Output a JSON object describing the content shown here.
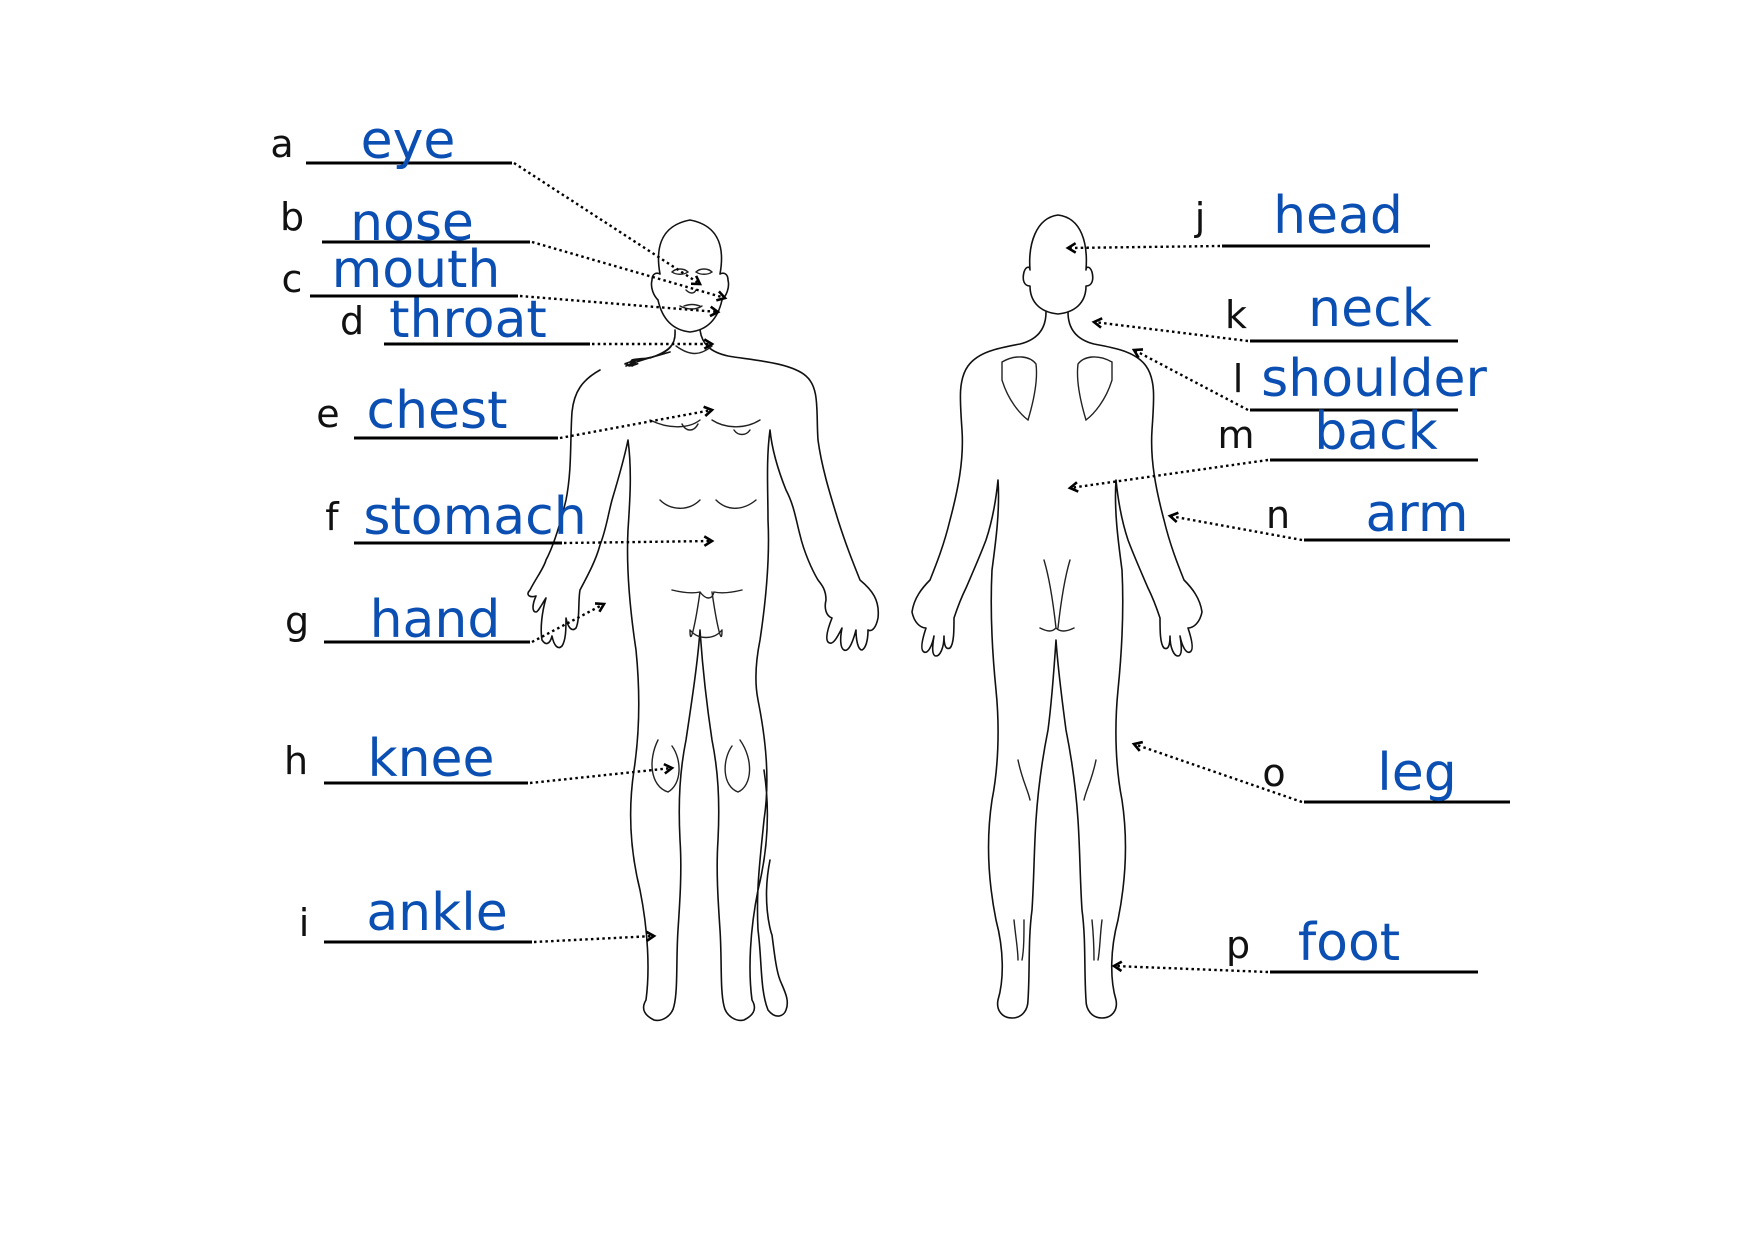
{
  "worksheet": {
    "answer_color": "#0b4fb3",
    "front_figure_icon": "human-body-front-outline",
    "back_figure_icon": "human-body-back-outline",
    "labels": [
      {
        "letter": "a",
        "answer": "eye"
      },
      {
        "letter": "b",
        "answer": "nose"
      },
      {
        "letter": "c",
        "answer": "mouth"
      },
      {
        "letter": "d",
        "answer": "throat"
      },
      {
        "letter": "e",
        "answer": "chest"
      },
      {
        "letter": "f",
        "answer": "stomach"
      },
      {
        "letter": "g",
        "answer": "hand"
      },
      {
        "letter": "h",
        "answer": "knee"
      },
      {
        "letter": "i",
        "answer": "ankle"
      },
      {
        "letter": "j",
        "answer": "head"
      },
      {
        "letter": "k",
        "answer": "neck"
      },
      {
        "letter": "l",
        "answer": "shoulder"
      },
      {
        "letter": "m",
        "answer": "back"
      },
      {
        "letter": "n",
        "answer": "arm"
      },
      {
        "letter": "o",
        "answer": "leg"
      },
      {
        "letter": "p",
        "answer": "foot"
      }
    ]
  }
}
